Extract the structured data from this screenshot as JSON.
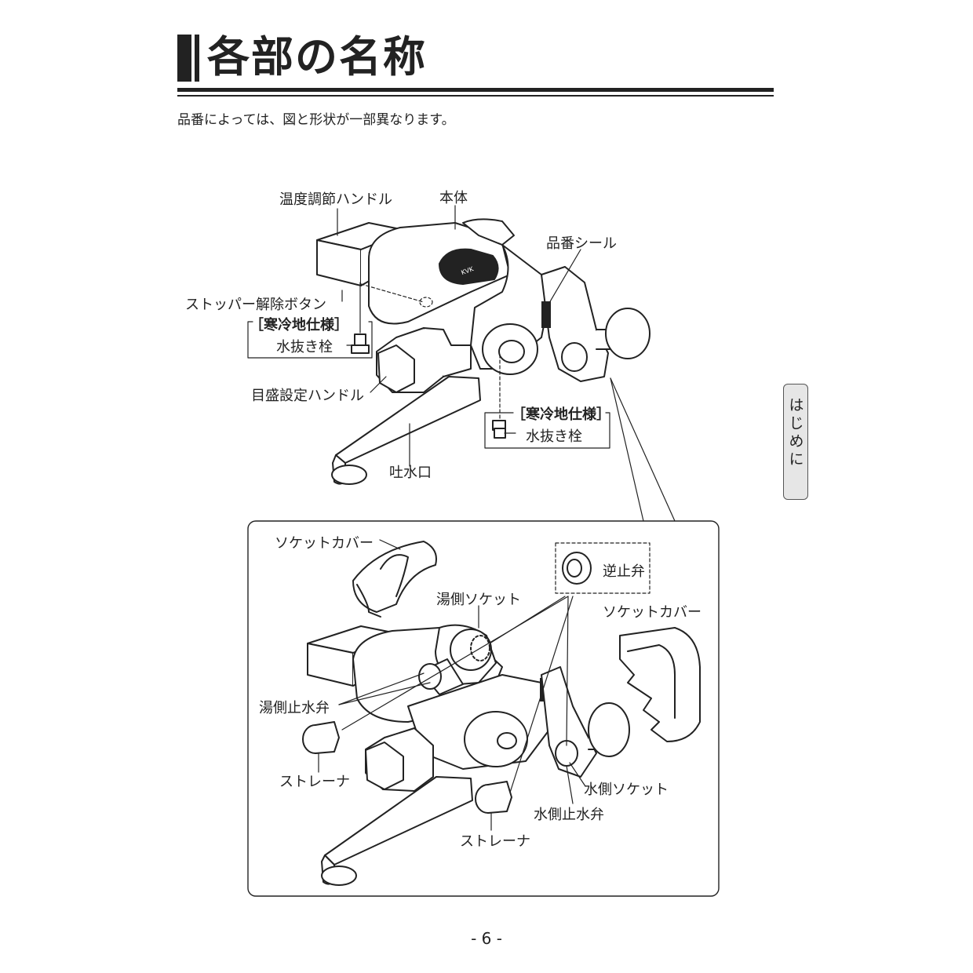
{
  "header": {
    "title": "各部の名称",
    "note": "品番によっては、図と形状が一部異なります。"
  },
  "side_tab": {
    "label": "はじめに"
  },
  "upper_diagram": {
    "labels": {
      "temp_handle": "温度調節ハンドル",
      "body": "本体",
      "model_sticker": "品番シール",
      "stopper_button": "ストッパー解除ボタン",
      "cold_spec_1": "［寒冷地仕様］",
      "drain_plug_1": "水抜き栓",
      "scale_handle": "目盛設定ハンドル",
      "cold_spec_2": "［寒冷地仕様］",
      "drain_plug_2": "水抜き栓",
      "spout": "吐水口"
    },
    "logo_text": "KVK"
  },
  "lower_diagram": {
    "labels": {
      "socket_cover_left": "ソケットカバー",
      "check_valve": "逆止弁",
      "hot_socket": "湯側ソケット",
      "socket_cover_right": "ソケットカバー",
      "hot_stop_valve": "湯側止水弁",
      "strainer_left": "ストレーナ",
      "cold_socket": "水側ソケット",
      "cold_stop_valve": "水側止水弁",
      "strainer_bottom": "ストレーナ"
    }
  },
  "footer": {
    "page_number": "- 6 -"
  }
}
